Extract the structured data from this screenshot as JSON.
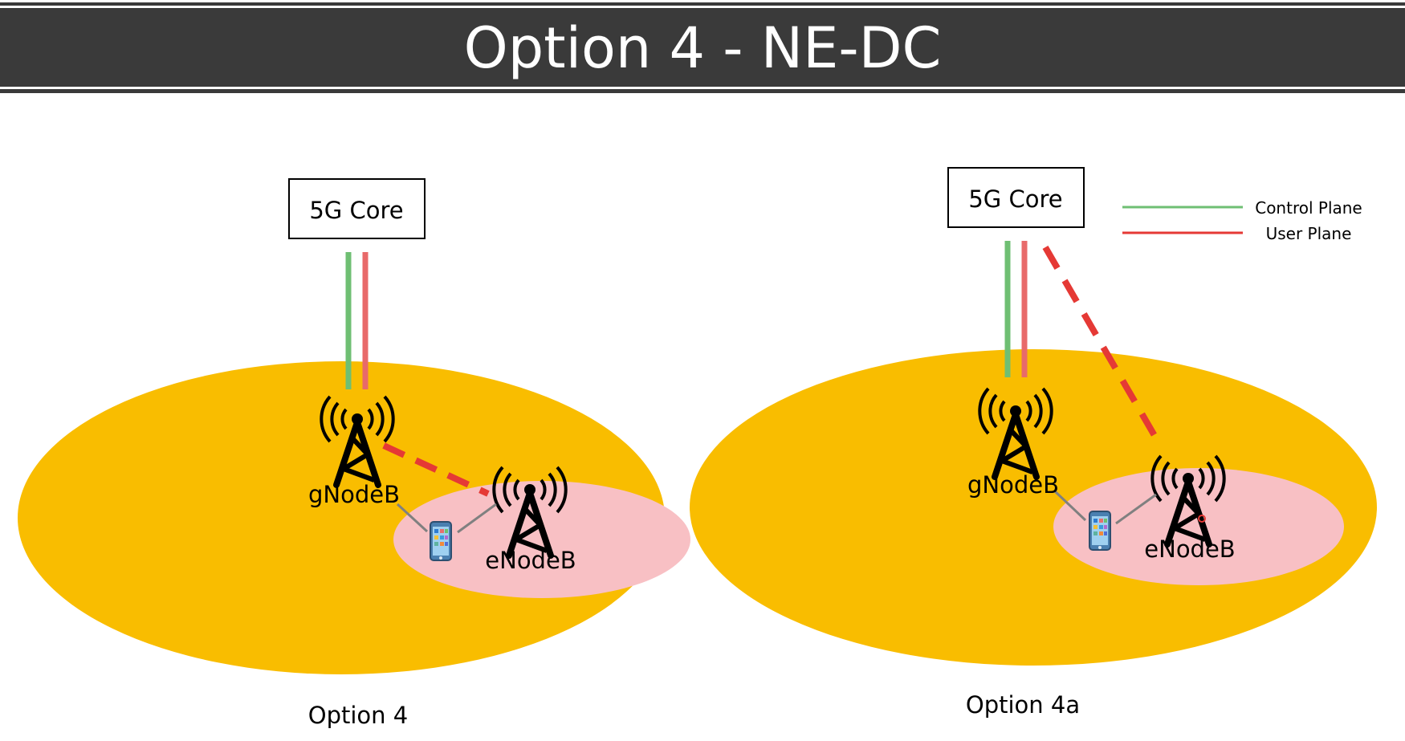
{
  "title": "Option 4 - NE-DC",
  "colors": {
    "title_band": "#3a3a3a",
    "coverage_5g": "#f9bd00",
    "coverage_4g": "#f8c0c4",
    "control_plane": "#6fbf73",
    "user_plane": "#e53935"
  },
  "legend": {
    "control_plane": "Control Plane",
    "user_plane": "User Plane"
  },
  "panels": [
    {
      "core_label": "5G Core",
      "gnb_label": "gNodeB",
      "enb_label": "eNodeB",
      "caption": "Option 4"
    },
    {
      "core_label": "5G Core",
      "gnb_label": "gNodeB",
      "enb_label": "eNodeB",
      "caption": "Option 4a"
    }
  ]
}
